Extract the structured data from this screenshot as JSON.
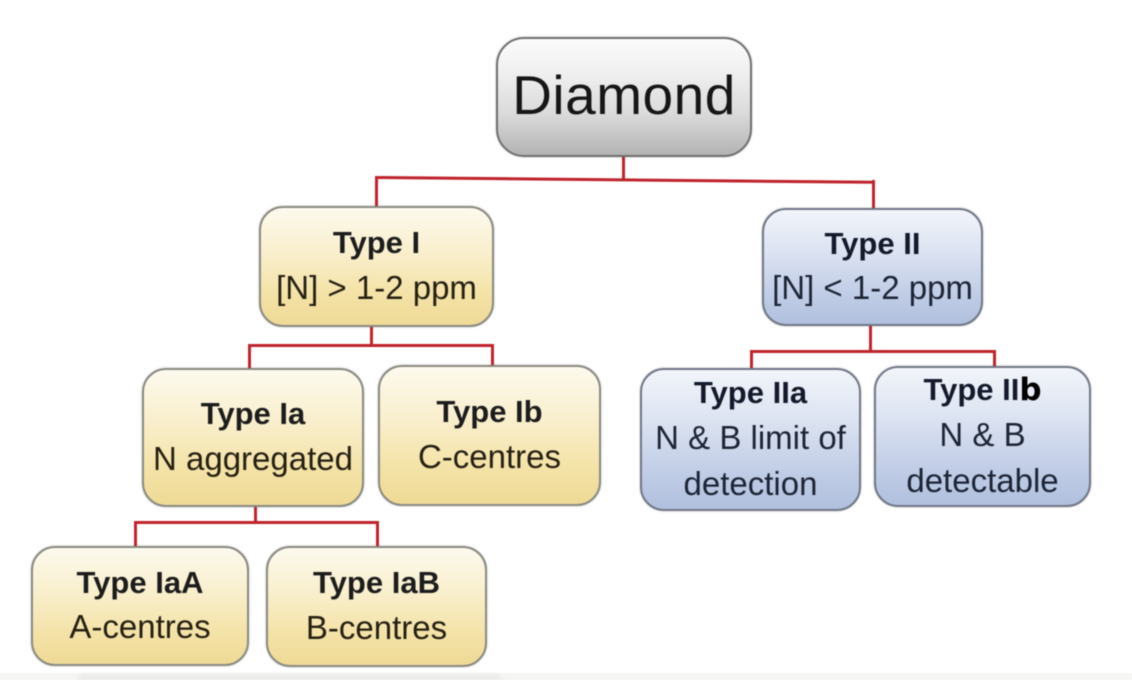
{
  "colors": {
    "connector": "#bf232b",
    "yellow_top": "#fdfaee",
    "yellow_mid": "#f4e3a8",
    "yellow_bottom": "#efda96",
    "blue_top": "#f2f5fa",
    "blue_mid": "#c2cee7",
    "blue_bottom": "#b0c0de"
  },
  "nodes": {
    "diamond": {
      "title": "Diamond"
    },
    "type1": {
      "title": "Type I",
      "subtitle": "[N] > 1-2 ppm"
    },
    "type2": {
      "title": "Type II",
      "subtitle": "[N] < 1-2 ppm"
    },
    "type1a": {
      "title": "Type Ia",
      "subtitle": "N aggregated"
    },
    "type1b": {
      "title": "Type Ib",
      "subtitle": "C-centres"
    },
    "type2a": {
      "title": "Type IIa",
      "subtitle": "N & B limit of detection"
    },
    "type2b": {
      "title_main": "Type II",
      "title_suffix": "b",
      "subtitle": "N & B detectable"
    },
    "type1aA": {
      "title": "Type IaA",
      "subtitle": "A-centres"
    },
    "type1aB": {
      "title": "Type IaB",
      "subtitle": "B-centres"
    }
  }
}
